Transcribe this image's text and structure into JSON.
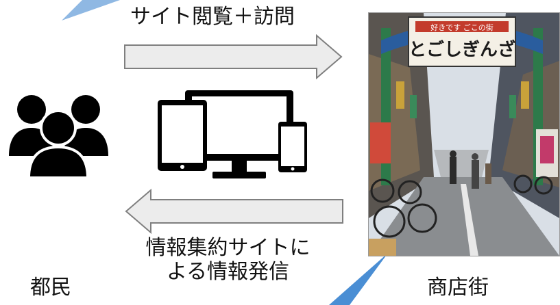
{
  "flow": {
    "top_caption": "サイト閲覧＋訪問",
    "bottom_caption": "情報集約サイトによる情報発信"
  },
  "actors": {
    "citizens_label": "都民",
    "shopping_street_label": "商店街"
  },
  "photo": {
    "banner_sub": "好きです ごこの街",
    "banner_main": "とごしぎんざ"
  },
  "icons": {
    "people": "people-group-icon",
    "devices": "devices-icon"
  },
  "colors": {
    "arrow_fill": "#ececec",
    "arrow_stroke": "#7f7f7f",
    "callout": "#5b9bd5",
    "icon": "#000000"
  }
}
